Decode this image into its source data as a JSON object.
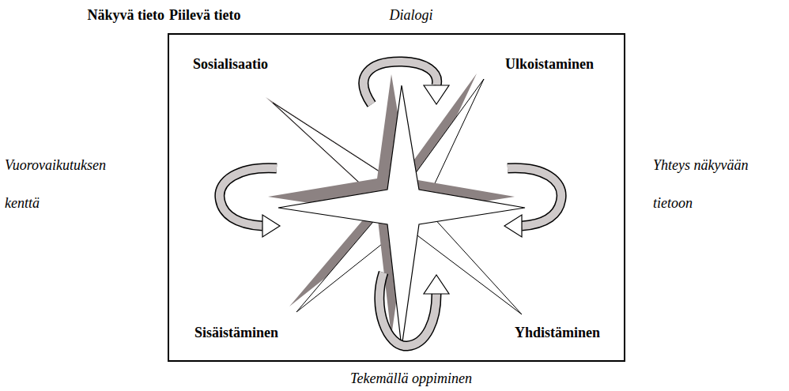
{
  "diagram": {
    "nodes": [
      {
        "text": [
          "Sosialisaatio",
          "Ulkoistaminen",
          "Sisäistäminen",
          "Yhdistäminen"
        ]
      }
    ],
    "labels": [
      "Piilevä tieto",
      "Dialogi",
      "Näkyvä tieto",
      "Vuorovaikutuksen kenttä",
      "Yhteys näkyvään tietoon",
      "Tekemällä oppiminen"
    ]
  }
}
